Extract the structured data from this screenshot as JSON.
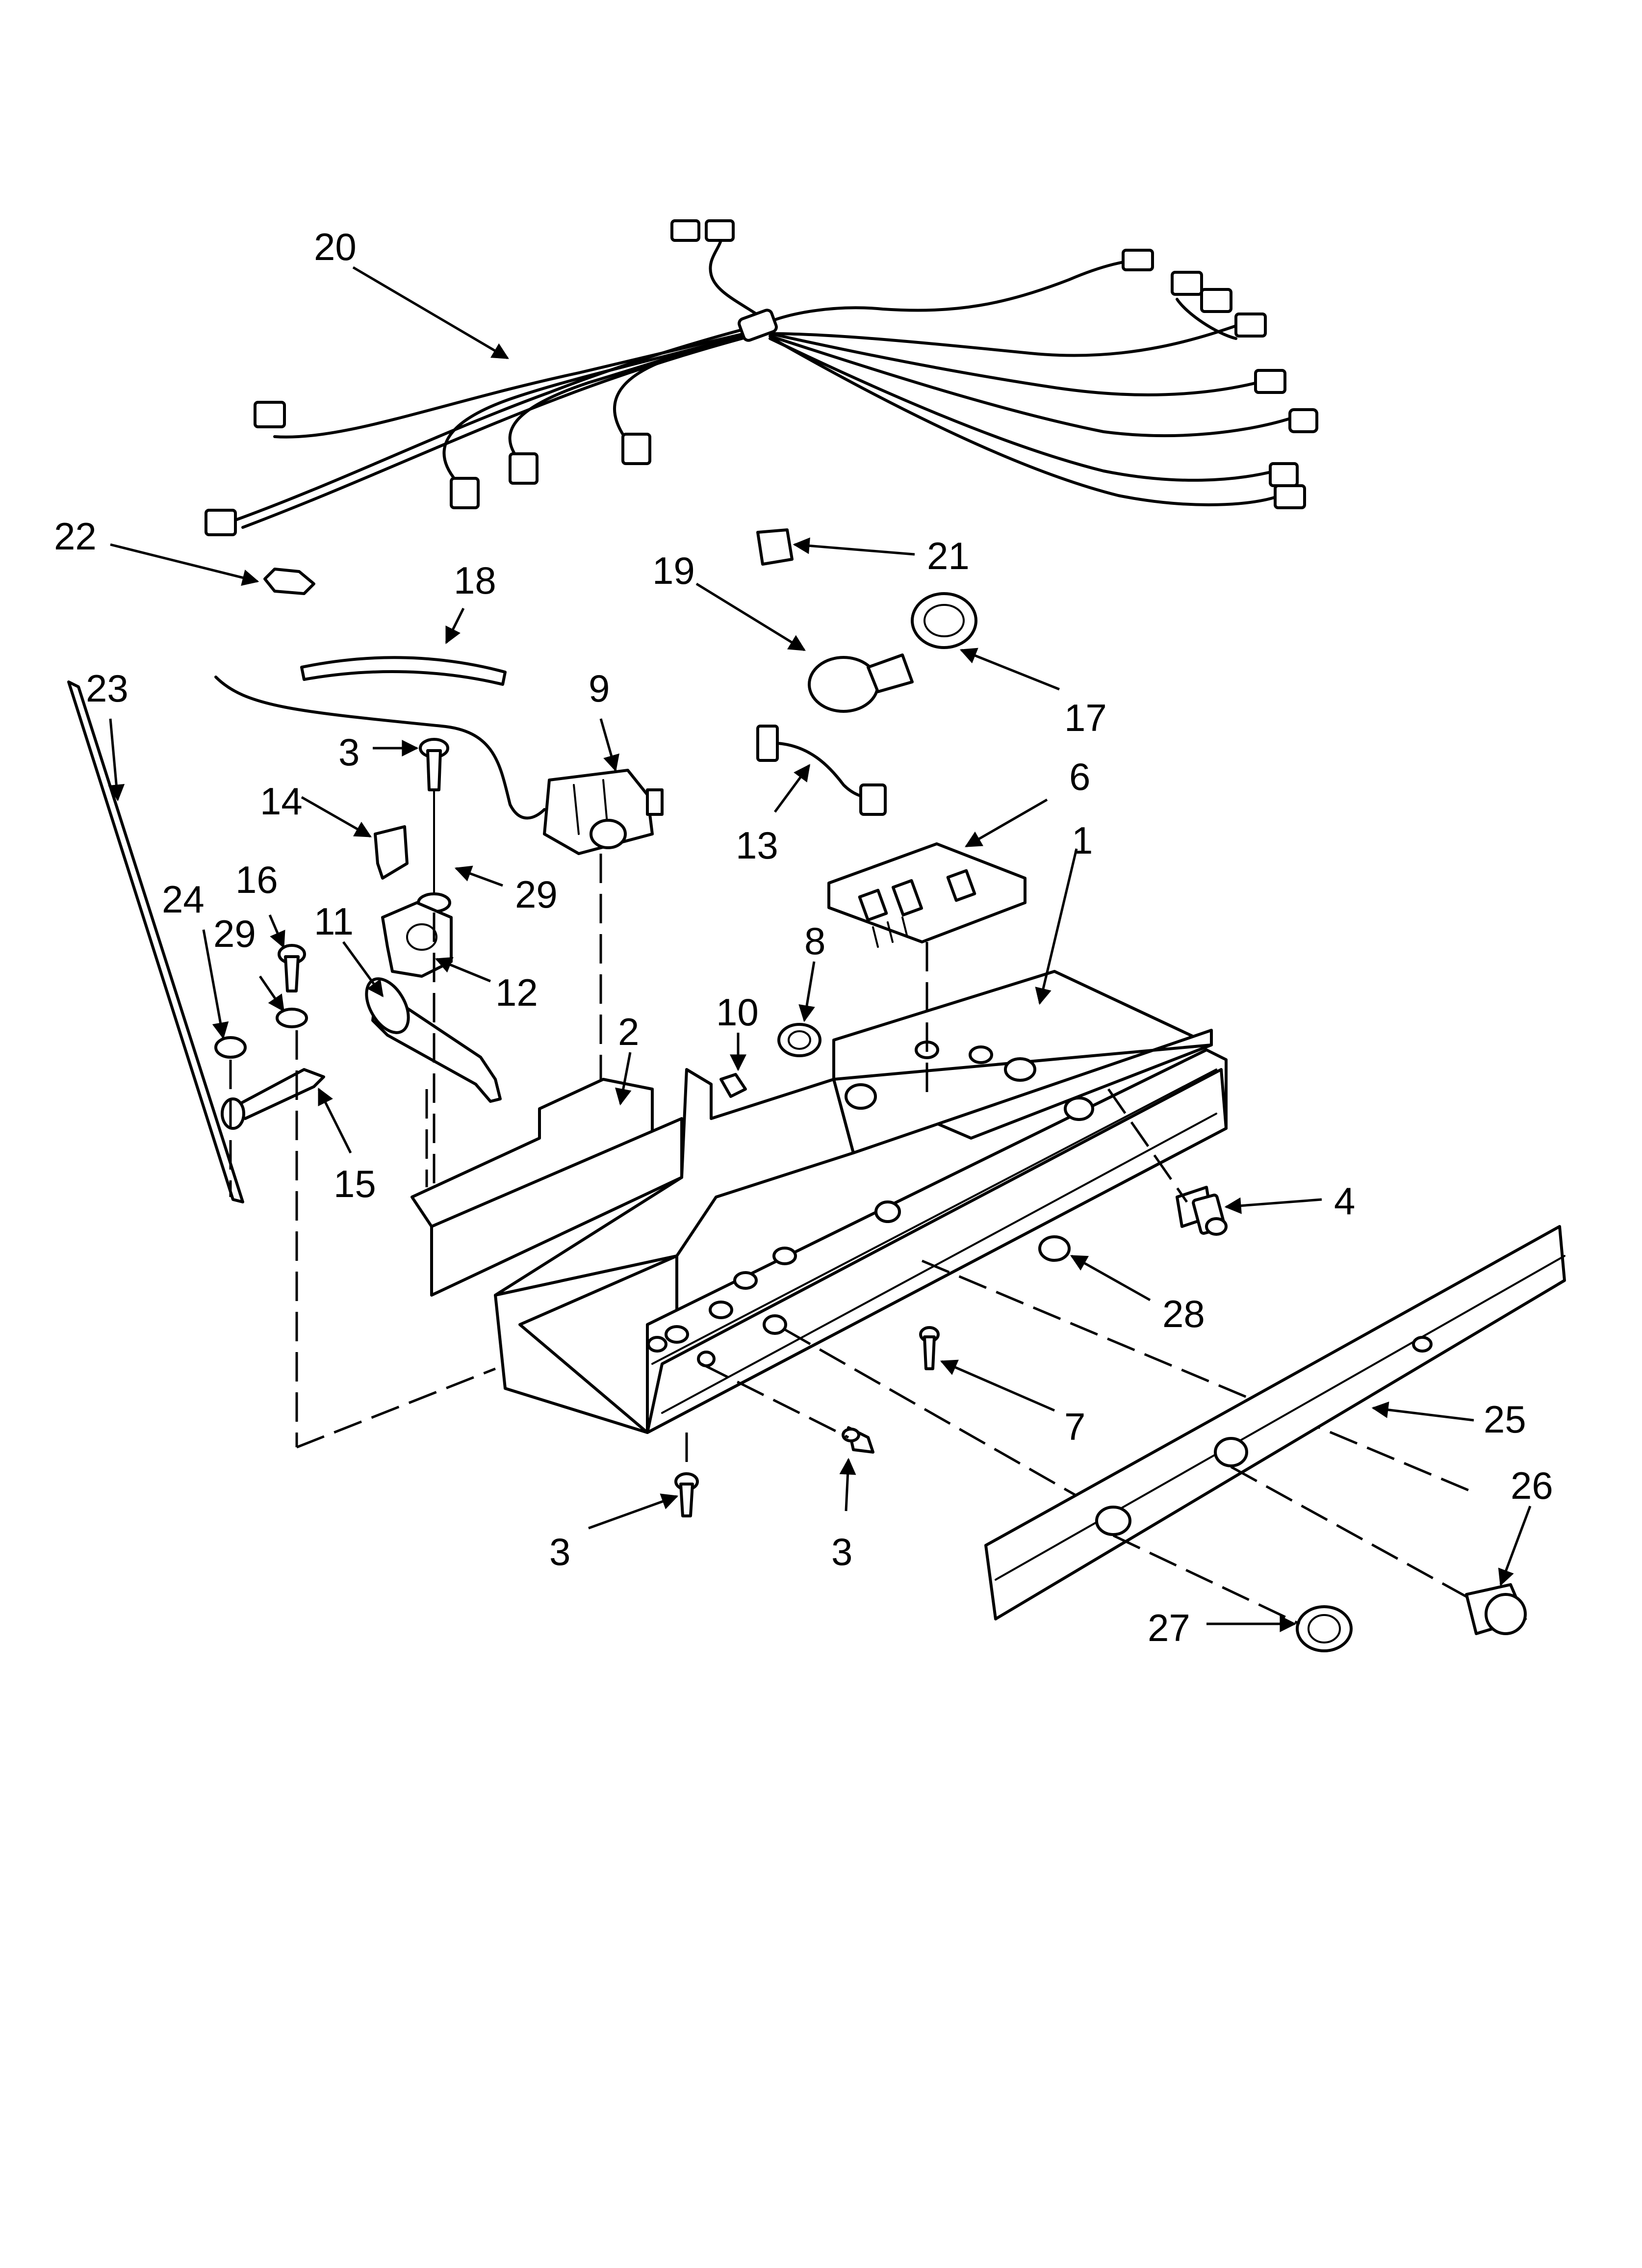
{
  "diagram": {
    "callouts": [
      {
        "id": "c20",
        "text": "20"
      },
      {
        "id": "c22",
        "text": "22"
      },
      {
        "id": "c21",
        "text": "21"
      },
      {
        "id": "c18",
        "text": "18"
      },
      {
        "id": "c19",
        "text": "19"
      },
      {
        "id": "c17",
        "text": "17"
      },
      {
        "id": "c23",
        "text": "23"
      },
      {
        "id": "c9",
        "text": "9"
      },
      {
        "id": "c3a",
        "text": "3"
      },
      {
        "id": "c14",
        "text": "14"
      },
      {
        "id": "c13",
        "text": "13"
      },
      {
        "id": "c6",
        "text": "6"
      },
      {
        "id": "c29a",
        "text": "29"
      },
      {
        "id": "c16",
        "text": "16"
      },
      {
        "id": "c24",
        "text": "24"
      },
      {
        "id": "c29b",
        "text": "29"
      },
      {
        "id": "c11",
        "text": "11"
      },
      {
        "id": "c12",
        "text": "12"
      },
      {
        "id": "c1",
        "text": "1"
      },
      {
        "id": "c8",
        "text": "8"
      },
      {
        "id": "c10",
        "text": "10"
      },
      {
        "id": "c2",
        "text": "2"
      },
      {
        "id": "c15",
        "text": "15"
      },
      {
        "id": "c4",
        "text": "4"
      },
      {
        "id": "c28",
        "text": "28"
      },
      {
        "id": "c7",
        "text": "7"
      },
      {
        "id": "c25",
        "text": "25"
      },
      {
        "id": "c26",
        "text": "26"
      },
      {
        "id": "c3b",
        "text": "3"
      },
      {
        "id": "c3c",
        "text": "3"
      },
      {
        "id": "c27",
        "text": "27"
      }
    ]
  }
}
